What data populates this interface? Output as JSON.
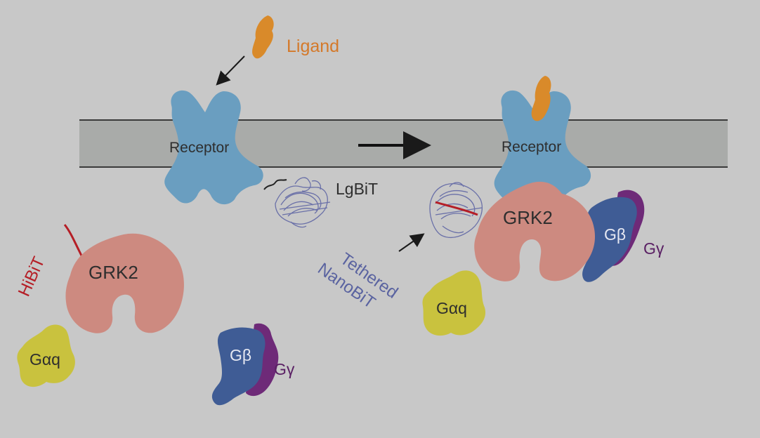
{
  "labels": {
    "ligand": "Ligand",
    "receptor_left": "Receptor",
    "receptor_right": "Receptor",
    "lgbit": "LgBiT",
    "hibit": "HiBiT",
    "grk2_left": "GRK2",
    "grk2_right": "GRK2",
    "gaq_left": "Gαq",
    "gaq_right": "Gαq",
    "gb_left": "Gβ",
    "gg_left": "Gγ",
    "gb_right": "Gβ",
    "gg_right": "Gγ",
    "tethered_line1": "Tethered",
    "tethered_line2": "NanoBiT"
  },
  "colors": {
    "background": "#c8c8c8",
    "membrane": "#a9aba9",
    "membrane_line": "#3a3a3a",
    "ligand": "#d98a2a",
    "ligand_text": "#d4792a",
    "receptor": "#6a9ec0",
    "grk2": "#cd8a80",
    "gaq": "#c9c23e",
    "gb": "#3f5c95",
    "gg": "#6e2a78",
    "hibit": "#b51e26",
    "nanobit_text": "#5a63a0",
    "lgbit_ribbon": "#6a70a8",
    "text_dark": "#2e2e2e",
    "gg_text": "#5a2064",
    "gb_text": "#e6e8f2"
  }
}
